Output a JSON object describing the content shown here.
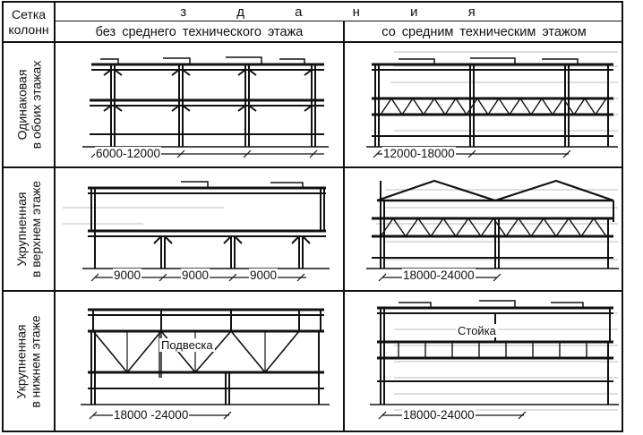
{
  "header": {
    "corner_line1": "Сетка",
    "corner_line2": "колонн",
    "buildings_title": "з д а н и я",
    "col_without": "без среднего технического этажа",
    "col_with": "со средним техническим этажом"
  },
  "rows": [
    {
      "label_line1": "Одинаковая",
      "label_line2": "в обоих этажах"
    },
    {
      "label_line1": "Укрупненная",
      "label_line2": "в верхнем этаже"
    },
    {
      "label_line1": "Укрупненная",
      "label_line2": "в нижнем этаже"
    }
  ],
  "dimensions": {
    "r1_left": "6000-12000",
    "r1_right": "12000-18000",
    "r2_left_a": "9000",
    "r2_left_b": "9000",
    "r2_left_c": "9000",
    "r2_right": "18000-24000",
    "r3_left": "18000 -24000",
    "r3_right": "18000-24000"
  },
  "callouts": {
    "podveska": "Подвеска",
    "stoyka": "Стойка"
  }
}
